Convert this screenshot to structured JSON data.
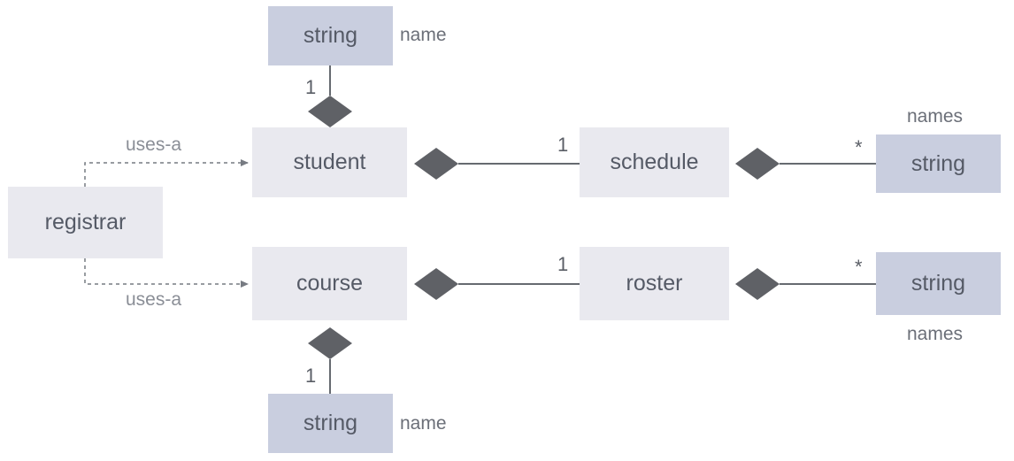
{
  "classes": {
    "registrar": "registrar",
    "student": "student",
    "course": "course",
    "schedule": "schedule",
    "roster": "roster",
    "student_name_type": "string",
    "course_name_type": "string",
    "schedule_names_type": "string",
    "roster_names_type": "string"
  },
  "labels": {
    "student_name": "name",
    "course_name": "name",
    "schedule_names": "names",
    "roster_names": "names",
    "uses_student": "uses-a",
    "uses_course": "uses-a"
  },
  "multiplicities": {
    "student_name": "1",
    "course_name": "1",
    "student_schedule": "1",
    "course_roster": "1",
    "schedule_names": "*",
    "roster_names": "*"
  },
  "colors": {
    "class_fill": "#e9e9ef",
    "value_fill": "#c9cedf",
    "line": "#666a70",
    "diamond": "#5f6166",
    "dashed": "#777b82"
  }
}
